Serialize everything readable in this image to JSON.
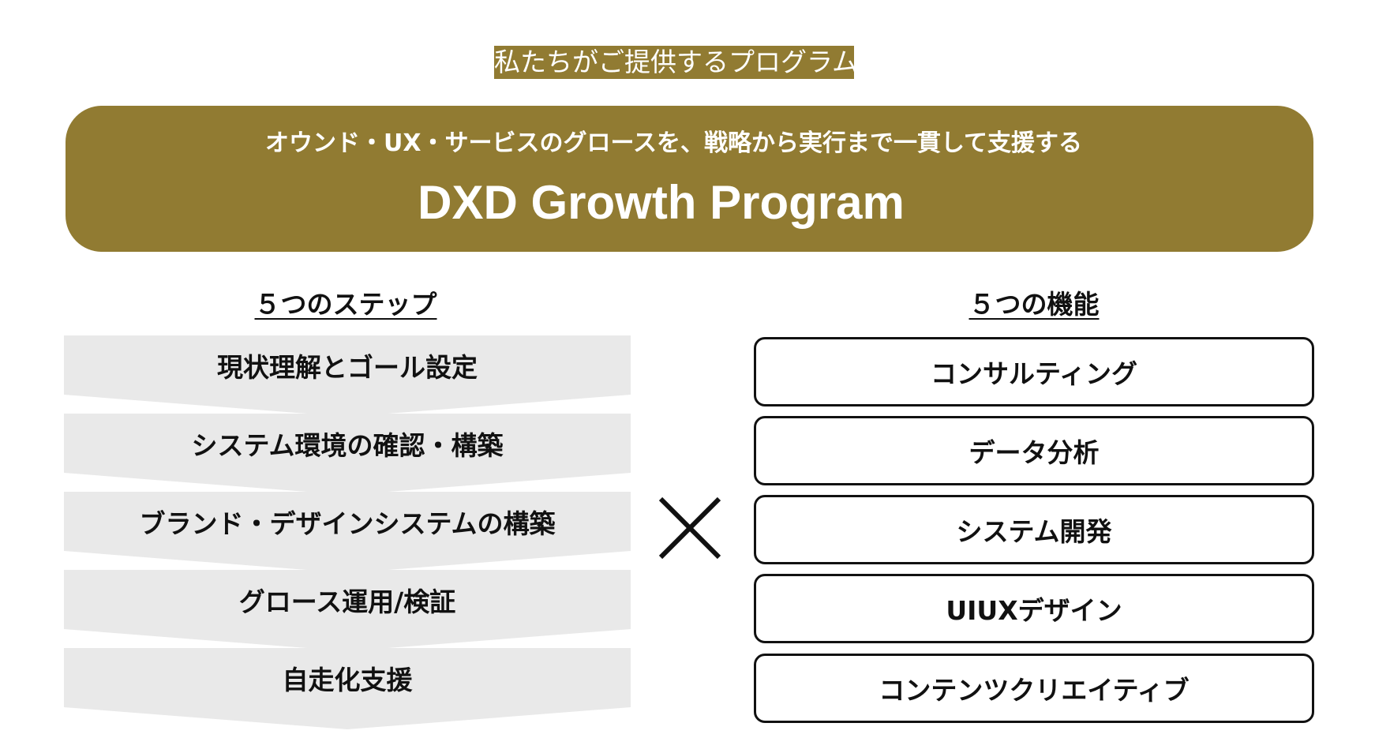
{
  "label_tag": "私たちがご提供するプログラム",
  "banner": {
    "subtitle": "オウンド・UX・サービスのグロースを、戦略から実行まで一貫して支援する",
    "title": "DXD Growth Program",
    "color": "#917b32"
  },
  "steps": {
    "header": "５つのステップ",
    "items": [
      {
        "label": "現状理解とゴール設定"
      },
      {
        "label": "システム環境の確認・構築"
      },
      {
        "label": "ブランド・デザインシステムの構築"
      },
      {
        "label": "グロース運用/検証"
      },
      {
        "label": "自走化支援"
      }
    ],
    "fill": "#e9e9e9"
  },
  "operator": {
    "symbol": "times-icon"
  },
  "functions": {
    "header": "５つの機能",
    "items": [
      {
        "label": "コンサルティング"
      },
      {
        "label": "データ分析"
      },
      {
        "label": "システム開発"
      },
      {
        "label": "UIUXデザイン"
      },
      {
        "label": "コンテンツクリエイティブ"
      }
    ]
  }
}
